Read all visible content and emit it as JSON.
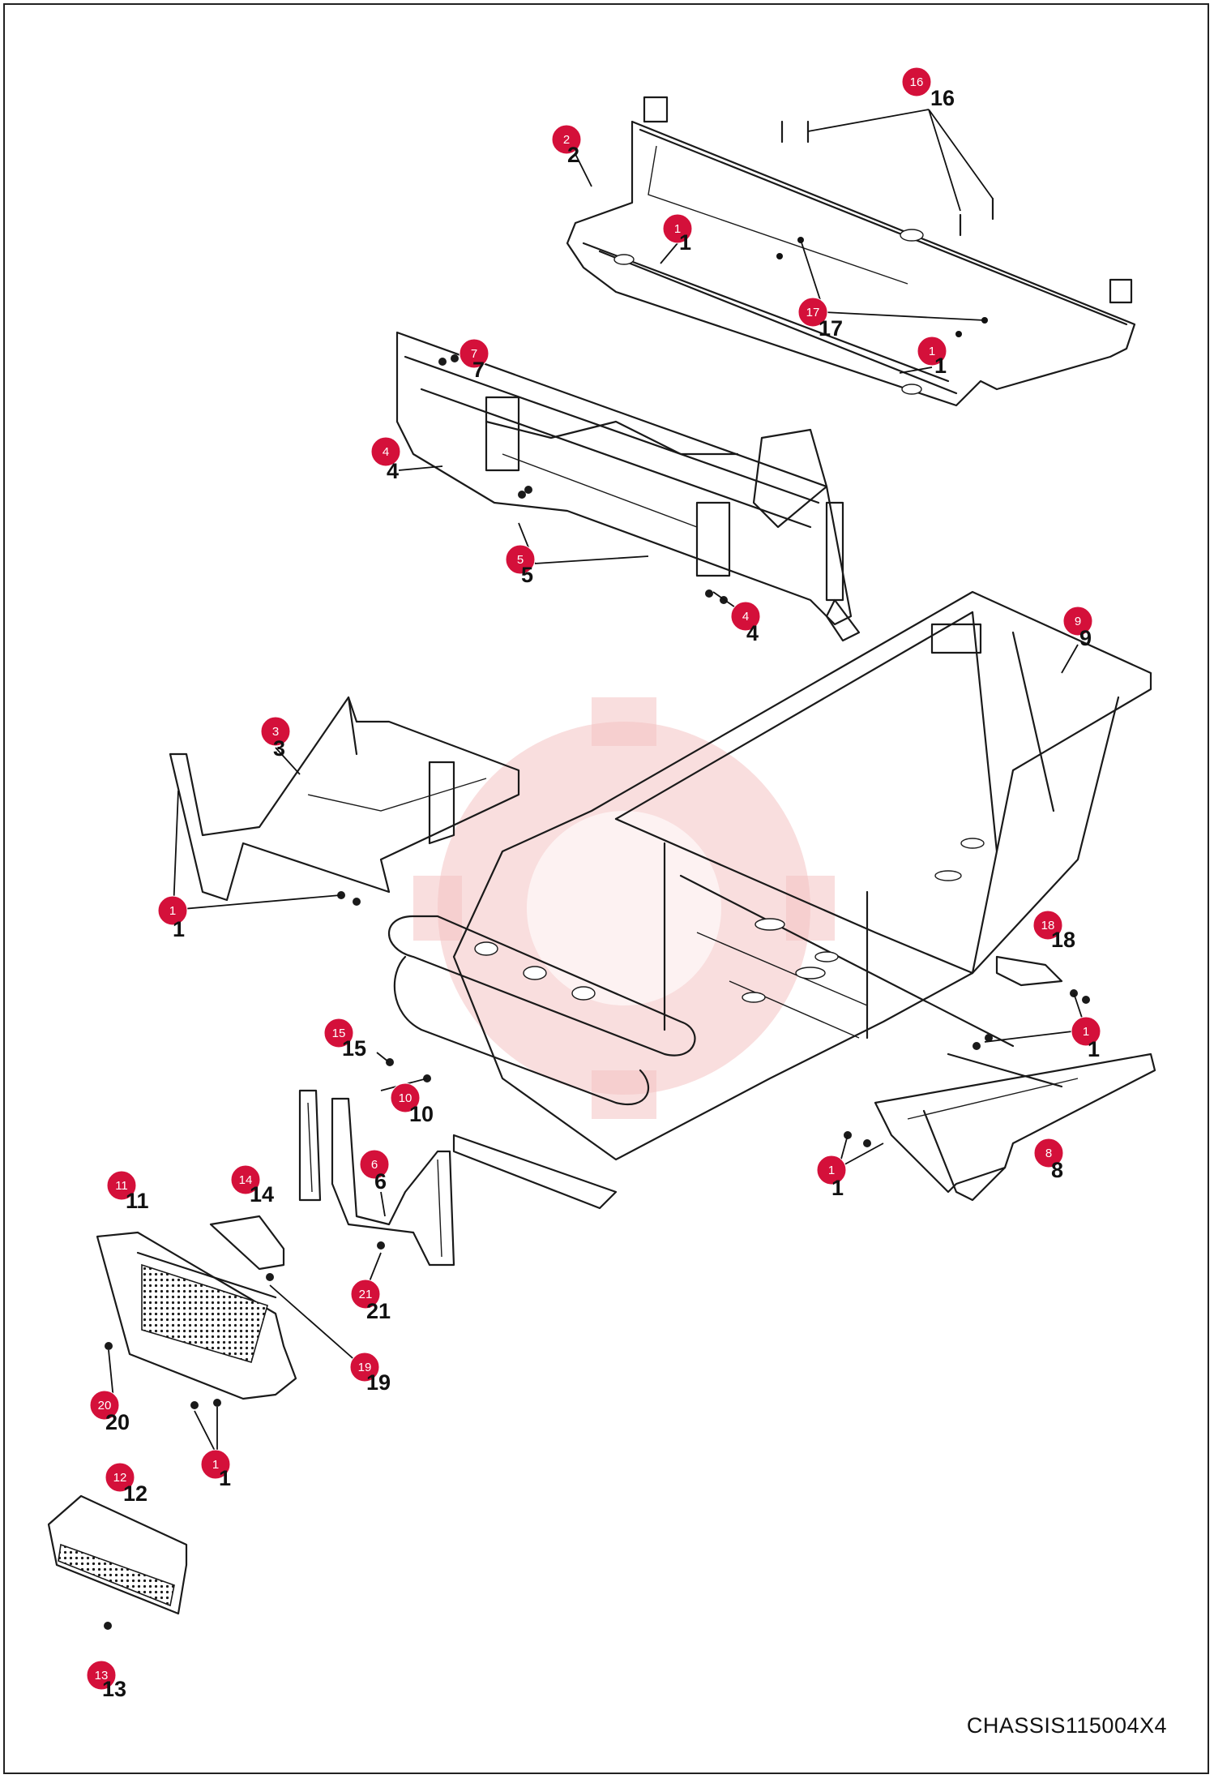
{
  "diagram": {
    "drawing_code": "CHASSIS115004X4",
    "watermark_text": "",
    "callouts": [
      {
        "id": "c16",
        "label": "16",
        "num": "16"
      },
      {
        "id": "c2",
        "label": "2",
        "num": "2"
      },
      {
        "id": "c1a",
        "label": "1",
        "num": "1"
      },
      {
        "id": "c17",
        "label": "17",
        "num": "17"
      },
      {
        "id": "c1b",
        "label": "1",
        "num": "1"
      },
      {
        "id": "c7",
        "label": "7",
        "num": "7"
      },
      {
        "id": "c4a",
        "label": "4",
        "num": "4"
      },
      {
        "id": "c5",
        "label": "5",
        "num": "5"
      },
      {
        "id": "c4b",
        "label": "4",
        "num": "4"
      },
      {
        "id": "c9",
        "label": "9",
        "num": "9"
      },
      {
        "id": "c3",
        "label": "3",
        "num": "3"
      },
      {
        "id": "c1c",
        "label": "1",
        "num": "1"
      },
      {
        "id": "c18",
        "label": "18",
        "num": "18"
      },
      {
        "id": "c1d",
        "label": "1",
        "num": "1"
      },
      {
        "id": "c15",
        "label": "15",
        "num": "15"
      },
      {
        "id": "c10",
        "label": "10",
        "num": "10"
      },
      {
        "id": "c8",
        "label": "8",
        "num": "8"
      },
      {
        "id": "c1e",
        "label": "1",
        "num": "1"
      },
      {
        "id": "c6",
        "label": "6",
        "num": "6"
      },
      {
        "id": "c11",
        "label": "11",
        "num": "11"
      },
      {
        "id": "c14",
        "label": "14",
        "num": "14"
      },
      {
        "id": "c21",
        "label": "21",
        "num": "21"
      },
      {
        "id": "c19",
        "label": "19",
        "num": "19"
      },
      {
        "id": "c20",
        "label": "20",
        "num": "20"
      },
      {
        "id": "c1f",
        "label": "1",
        "num": "1"
      },
      {
        "id": "c12",
        "label": "12",
        "num": "12"
      },
      {
        "id": "c13",
        "label": "13",
        "num": "13"
      }
    ],
    "colors": {
      "badge": "#d4103a",
      "line": "#1a1a1a",
      "watermark": "#f4c3c3"
    }
  }
}
